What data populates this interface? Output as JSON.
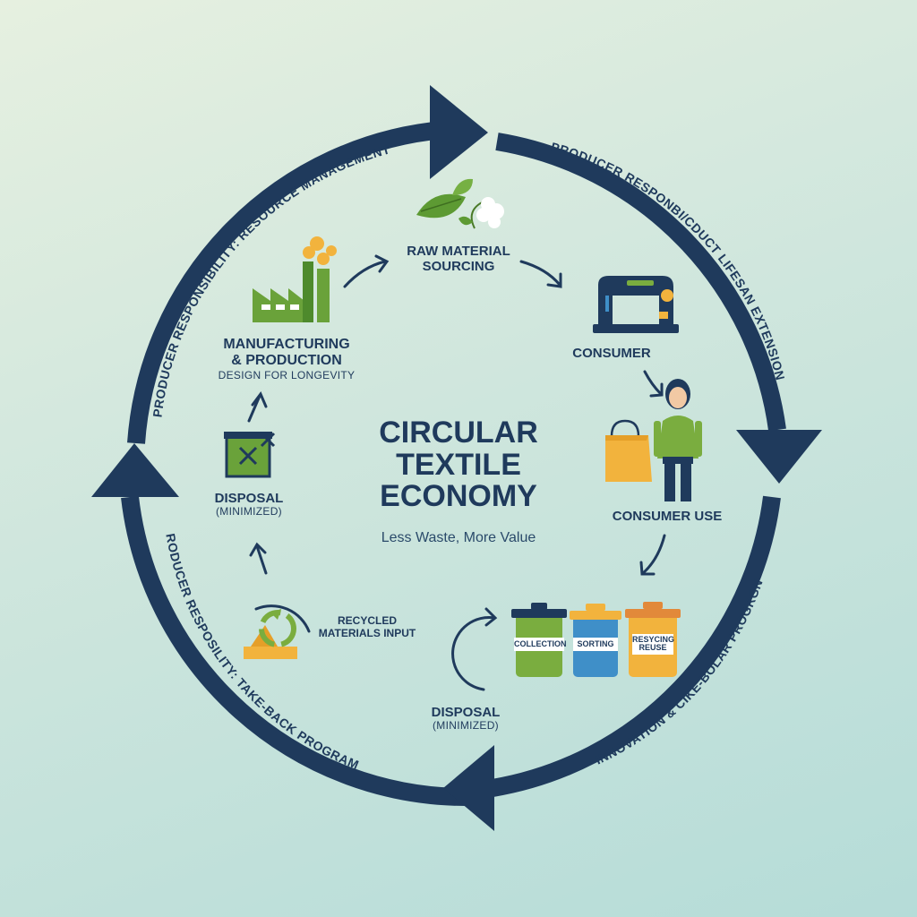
{
  "title_lines": [
    "CIRCULAR",
    "TEXTILE",
    "ECONOMY"
  ],
  "tagline": "Less Waste, More Value",
  "arc_labels": {
    "top_left": "PRODUCER RESPONSIBILITY: RESOURCE MANAGEMENT",
    "top_right": "PRODUCER RESPONBI/CDUCT LIFESAN EXTENSION",
    "bottom_left": "PRODUCER RESPOSILITY: TAKE-BACK PROGRAMS",
    "bottom_right": "INNOVATION & CIKE-BOLAR PROGRGN"
  },
  "stages": {
    "raw_material": {
      "line1": "RAW MATERIAL",
      "line2": "SOURCING"
    },
    "consumer": "CONSUMER",
    "consumer_use": "CONSUMER USE",
    "disposal_bottom": {
      "label": "DISPOSAL",
      "sub": "(MINIMIZED)"
    },
    "recycled": {
      "line1": "RECYCLED",
      "line2": "MATERIALS INPUT"
    },
    "disposal_left": {
      "label": "DISPOSAL",
      "sub": "(MINIMIZED)"
    },
    "manufacturing": {
      "line1": "MANUFACTURING",
      "line2": "& PRODUCTION",
      "sub": "DESIGN FOR LONGEVITY"
    }
  },
  "bins": [
    {
      "label": "COLLECTION",
      "color": "#7aad3f"
    },
    {
      "label": "SORTING",
      "color": "#3f8fc8"
    },
    {
      "label": "RESYCING REUSE",
      "color": "#f2b33d"
    }
  ],
  "colors": {
    "navy": "#1f3a5c",
    "green": "#6aa23a",
    "orange": "#f2b33d",
    "blue": "#3f8fc8"
  },
  "icons": [
    "leaf-cotton-icon",
    "sewing-machine-icon",
    "shopping-bag-icon",
    "person-icon",
    "recycle-icon",
    "factory-icon",
    "disposal-bin-icon"
  ]
}
